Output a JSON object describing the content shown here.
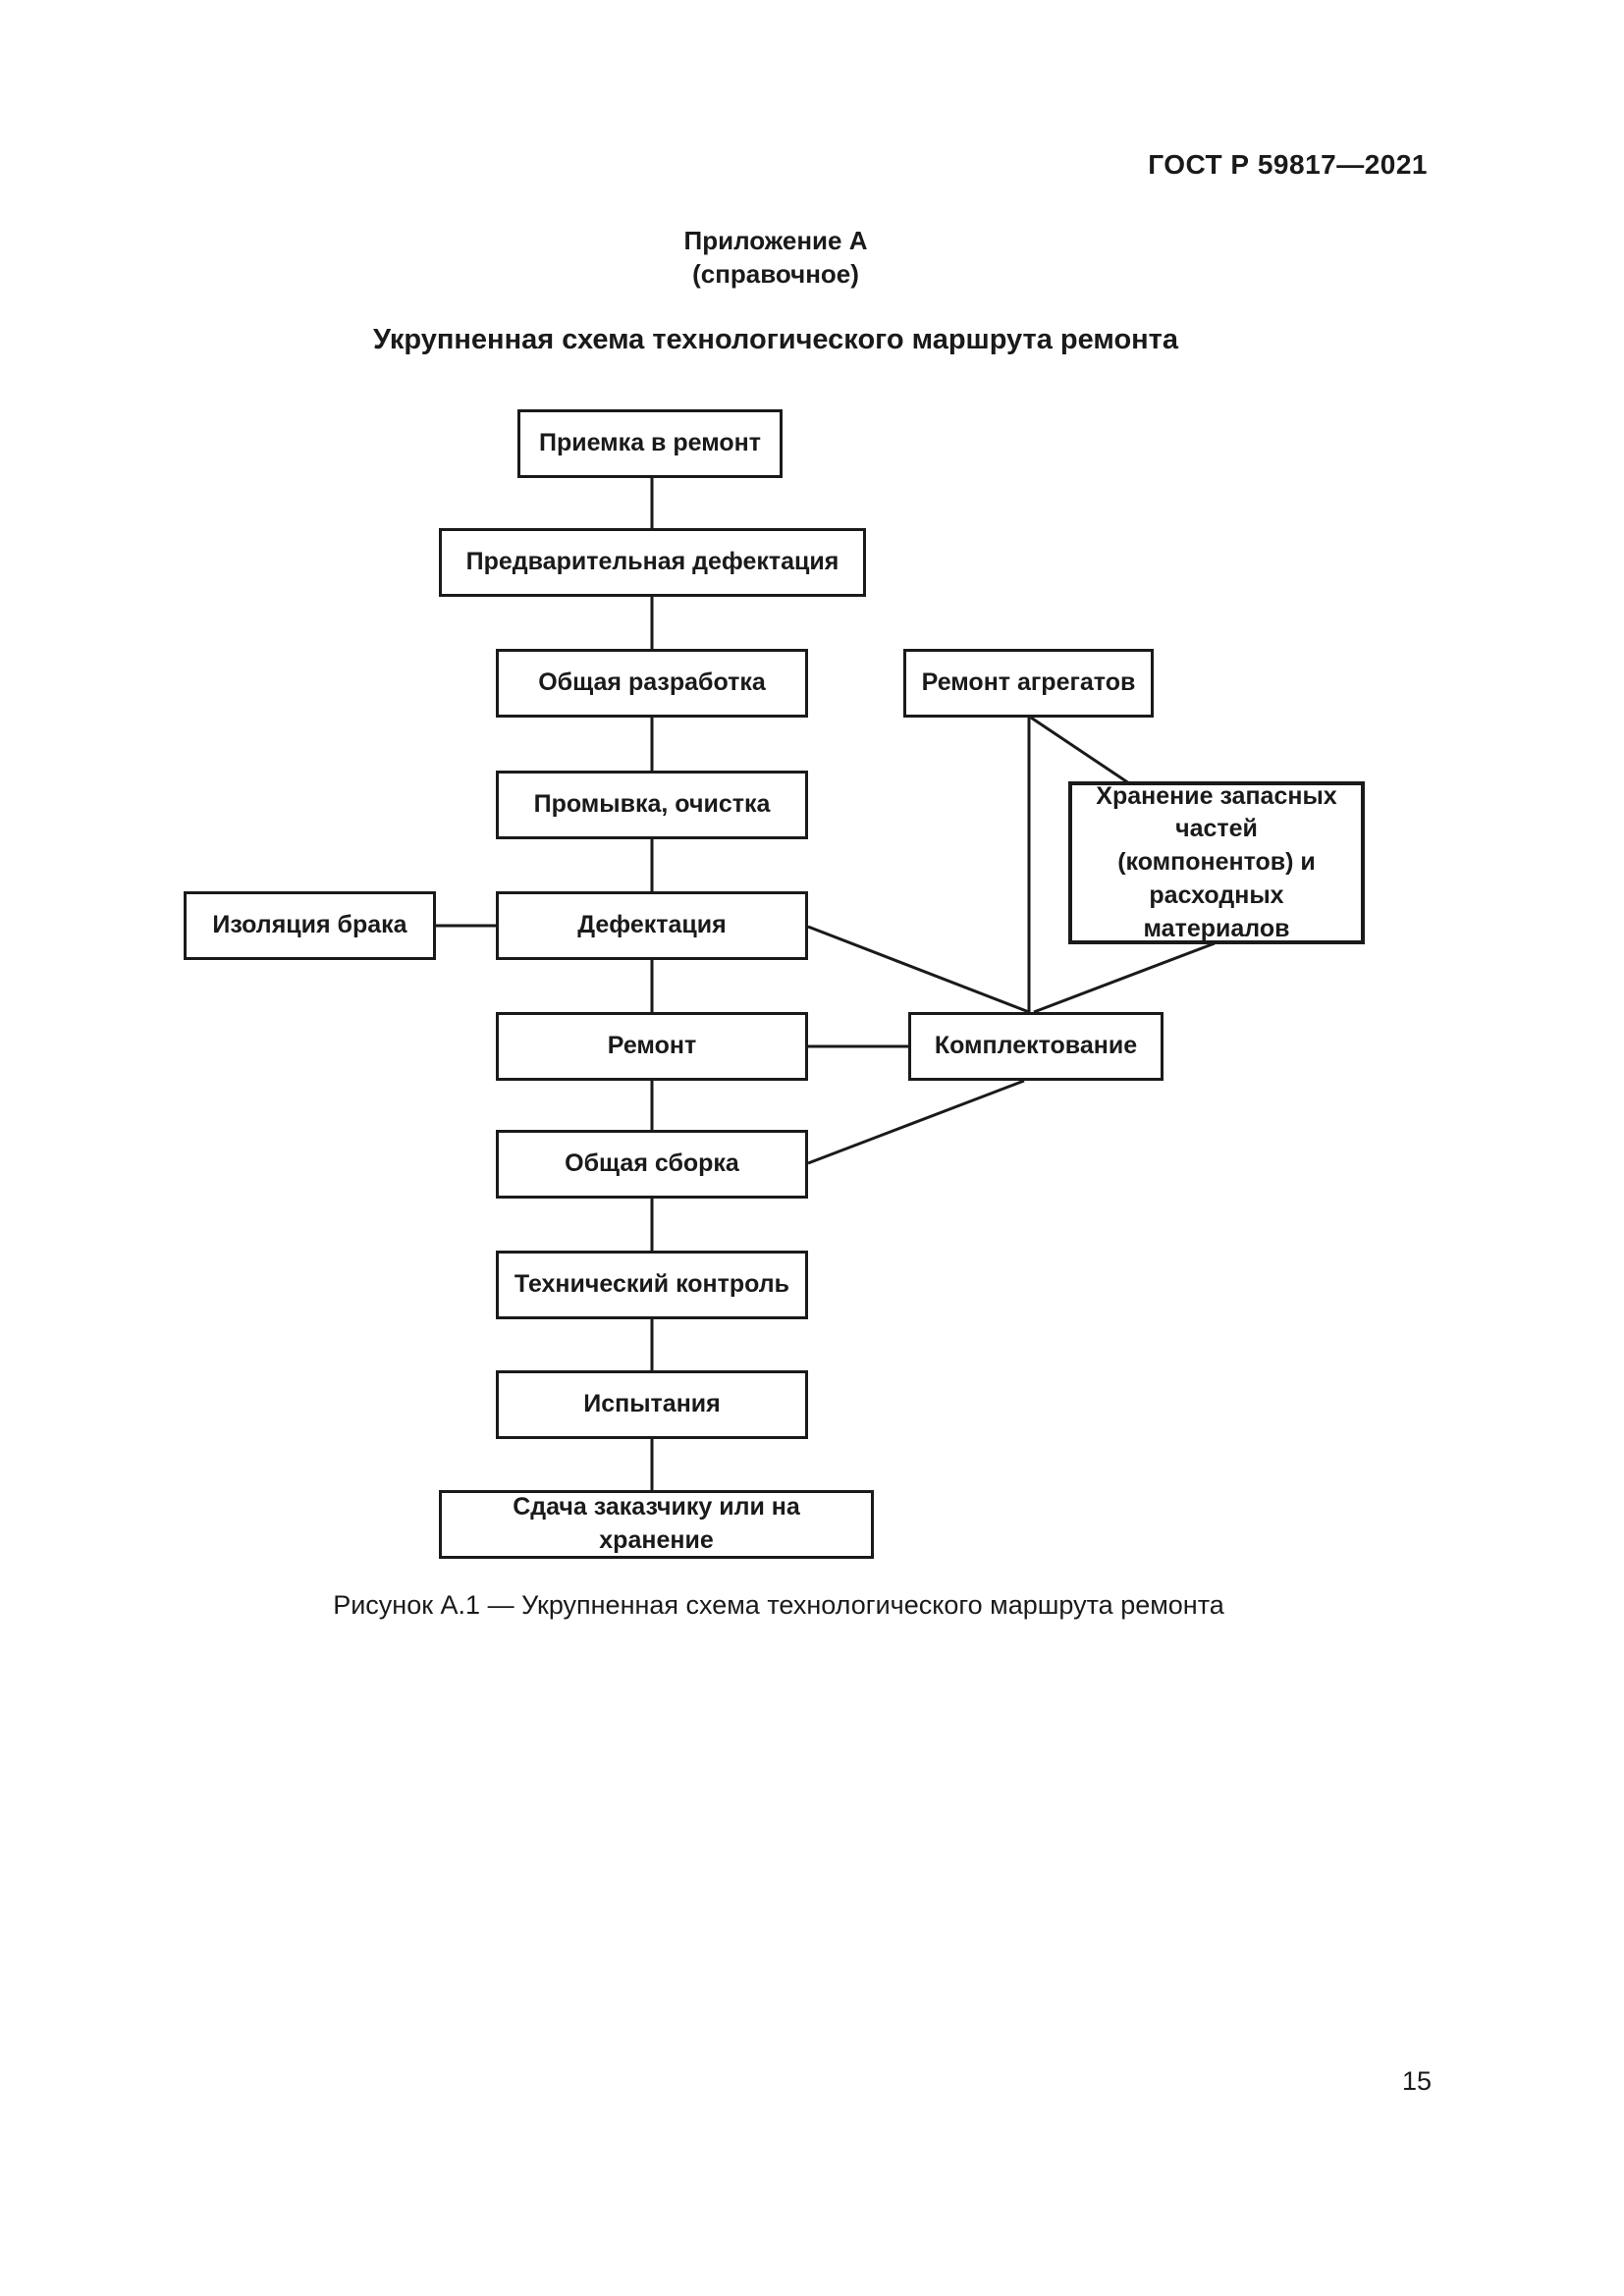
{
  "page": {
    "header": "ГОСТ Р 59817—2021",
    "page_number": "15"
  },
  "appendix": {
    "label": "Приложение А",
    "kind": "(справочное)",
    "heading": "Укрупненная схема технологического маршрута ремонта"
  },
  "figure": {
    "caption": "Рисунок А.1 — Укрупненная схема технологического маршрута ремонта"
  },
  "diagram": {
    "type": "flowchart",
    "nodes": [
      {
        "id": "priemka",
        "label": "Приемка в ремонт"
      },
      {
        "id": "pred-defektatsiya",
        "label": "Предварительная дефектация"
      },
      {
        "id": "obshchaya-razrabotka",
        "label": "Общая разработка"
      },
      {
        "id": "remont-agregatov",
        "label": "Ремонт агрегатов"
      },
      {
        "id": "promyvka",
        "label": "Промывка, очистка"
      },
      {
        "id": "khranenie",
        "label": "Хранение запасных частей (компонентов) и расходных материалов"
      },
      {
        "id": "izolyatsiya-braka",
        "label": "Изоляция брака"
      },
      {
        "id": "defektatsiya",
        "label": "Дефектация"
      },
      {
        "id": "remont",
        "label": "Ремонт"
      },
      {
        "id": "komplektovanie",
        "label": "Комплектование"
      },
      {
        "id": "obshchaya-sborka",
        "label": "Общая сборка"
      },
      {
        "id": "tekhnicheskiy-kontrol",
        "label": "Технический контроль"
      },
      {
        "id": "ispytaniya",
        "label": "Испытания"
      },
      {
        "id": "sdacha",
        "label": "Сдача заказчику или на хранение"
      }
    ],
    "edges": [
      "Приемка в ремонт → Предварительная дефектация",
      "Предварительная дефектация → Общая разработка",
      "Общая разработка → Промывка, очистка",
      "Промывка, очистка → Дефектация",
      "Изоляция брака — Дефектация",
      "Дефектация → Ремонт",
      "Дефектация — Комплектование",
      "Ремонт — Комплектование",
      "Ремонт агрегатов — Комплектование",
      "Ремонт агрегатов — Хранение запасных частей",
      "Хранение запасных частей — Комплектование",
      "Комплектование — Общая сборка",
      "Ремонт → Общая сборка",
      "Общая сборка → Технический контроль",
      "Технический контроль → Испытания",
      "Испытания → Сдача заказчику или на хранение"
    ]
  }
}
